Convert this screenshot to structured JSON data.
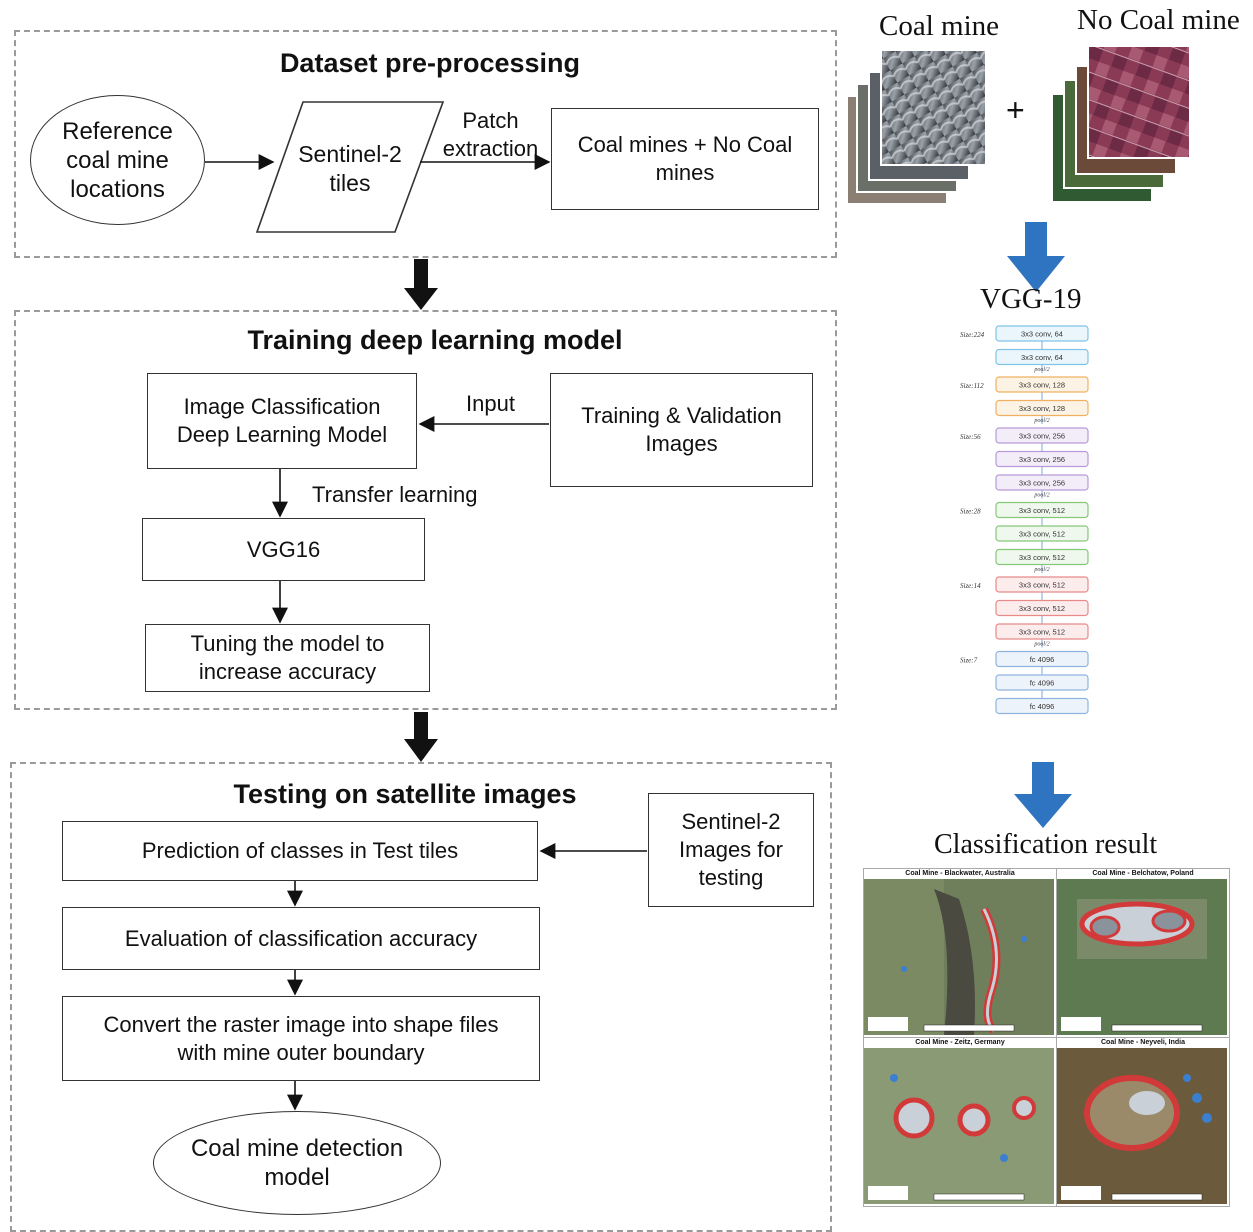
{
  "preprocessing": {
    "title": "Dataset pre-processing",
    "reference": "Reference coal mine locations",
    "sentinel": "Sentinel-2 tiles",
    "patch_label": "Patch extraction",
    "output": "Coal mines + No Coal mines"
  },
  "training": {
    "title": "Training deep learning model",
    "image_model": "Image Classification Deep Learning Model",
    "input_label": "Input",
    "train_images": "Training & Validation Images",
    "transfer_label": "Transfer learning",
    "vgg16": "VGG16",
    "tuning": "Tuning the model to increase accuracy"
  },
  "testing": {
    "title": "Testing on satellite images",
    "prediction": "Prediction of classes in Test tiles",
    "sentinel_test": "Sentinel-2 Images for testing",
    "evaluation": "Evaluation of classification accuracy",
    "convert": "Convert the raster image into shape files with mine outer boundary",
    "detection": "Coal mine detection model"
  },
  "right": {
    "coal_mine": "Coal mine",
    "no_coal_mine": "No Coal mine",
    "plus": "+",
    "vgg19_title": "VGG-19",
    "classification_title": "Classification result",
    "vgg_layers": [
      {
        "label": "3x3 conv, 64",
        "color": "#7fc4e6",
        "bg": "#eaf6fc"
      },
      {
        "label": "3x3 conv, 64",
        "color": "#7fc4e6",
        "bg": "#eaf6fc"
      },
      {
        "label": "3x3 conv, 128",
        "color": "#f0b060",
        "bg": "#fdf3e4"
      },
      {
        "label": "3x3 conv, 128",
        "color": "#f0b060",
        "bg": "#fdf3e4"
      },
      {
        "label": "3x3 conv, 256",
        "color": "#b79ad8",
        "bg": "#f3edf9"
      },
      {
        "label": "3x3 conv, 256",
        "color": "#b79ad8",
        "bg": "#f3edf9"
      },
      {
        "label": "3x3 conv, 256",
        "color": "#b79ad8",
        "bg": "#f3edf9"
      },
      {
        "label": "3x3 conv, 512",
        "color": "#86c77a",
        "bg": "#eef8ec"
      },
      {
        "label": "3x3 conv, 512",
        "color": "#86c77a",
        "bg": "#eef8ec"
      },
      {
        "label": "3x3 conv, 512",
        "color": "#86c77a",
        "bg": "#eef8ec"
      },
      {
        "label": "3x3 conv, 512",
        "color": "#e88a8a",
        "bg": "#fcecec"
      },
      {
        "label": "3x3 conv, 512",
        "color": "#e88a8a",
        "bg": "#fcecec"
      },
      {
        "label": "3x3 conv, 512",
        "color": "#e88a8a",
        "bg": "#fcecec"
      },
      {
        "label": "fc 4096",
        "color": "#8fb4de",
        "bg": "#edf3fb"
      },
      {
        "label": "fc 4096",
        "color": "#8fb4de",
        "bg": "#edf3fb"
      },
      {
        "label": "fc 4096",
        "color": "#8fb4de",
        "bg": "#edf3fb"
      }
    ],
    "size_labels": [
      "Size:224",
      "Size:112",
      "Size:56",
      "Size:28",
      "Size:14",
      "Size:7"
    ],
    "pool_labels": [
      "pool/2",
      "pool/2",
      "pool/2",
      "pool/2",
      "pool/2"
    ],
    "maps": [
      {
        "title": "Coal Mine - Blackwater, Australia"
      },
      {
        "title": "Coal Mine - Belchatow, Poland"
      },
      {
        "title": "Coal Mine - Zeitz, Germany"
      },
      {
        "title": "Coal Mine - Neyveli, India"
      }
    ],
    "colors": {
      "arrow_blue": "#2f74c0",
      "flow_black": "#111111",
      "dashed": "#9a9a9a"
    }
  }
}
